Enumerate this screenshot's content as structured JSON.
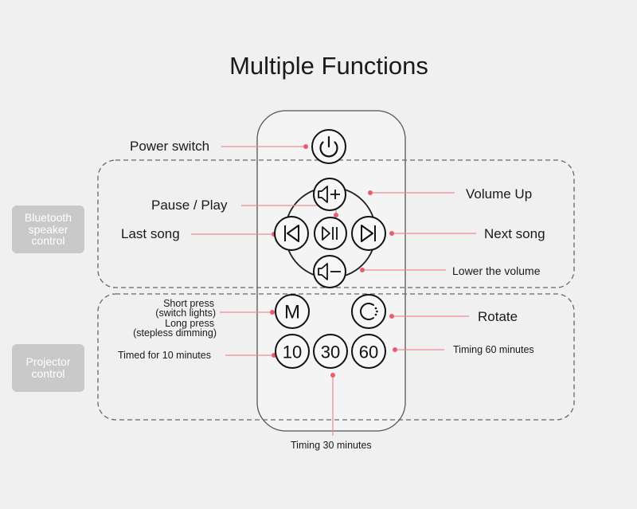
{
  "title": "Multiple Functions",
  "labels": {
    "power_switch": "Power switch",
    "pause_play": "Pause / Play",
    "volume_up": "Volume Up",
    "last_song": "Last song",
    "next_song": "Next song",
    "lower_volume": "Lower the volume",
    "short_press": "Short press",
    "switch_lights": "(switch lights)",
    "long_press": "Long press",
    "stepless_dimming": "(stepless dimming)",
    "rotate": "Rotate",
    "timed_10": "Timed for 10 minutes",
    "timing_60": "Timing 60 minutes",
    "timing_30": "Timing 30 minutes"
  },
  "sections": {
    "bluetooth": [
      "Bluetooth",
      "speaker",
      "control"
    ],
    "projector": [
      "Projector",
      "control"
    ]
  },
  "buttons": {
    "mode": "M",
    "timer_10": "10",
    "timer_30": "30",
    "timer_60": "60"
  },
  "icons": [
    "power-icon",
    "volume-up-icon",
    "previous-track-icon",
    "play-pause-icon",
    "next-track-icon",
    "volume-down-icon",
    "rotate-icon"
  ],
  "colors": {
    "background": "#f0f0f0",
    "leader_line": "#ef8a96",
    "leader_dot": "#e85d70",
    "section_tag": "#c9c9c9"
  }
}
